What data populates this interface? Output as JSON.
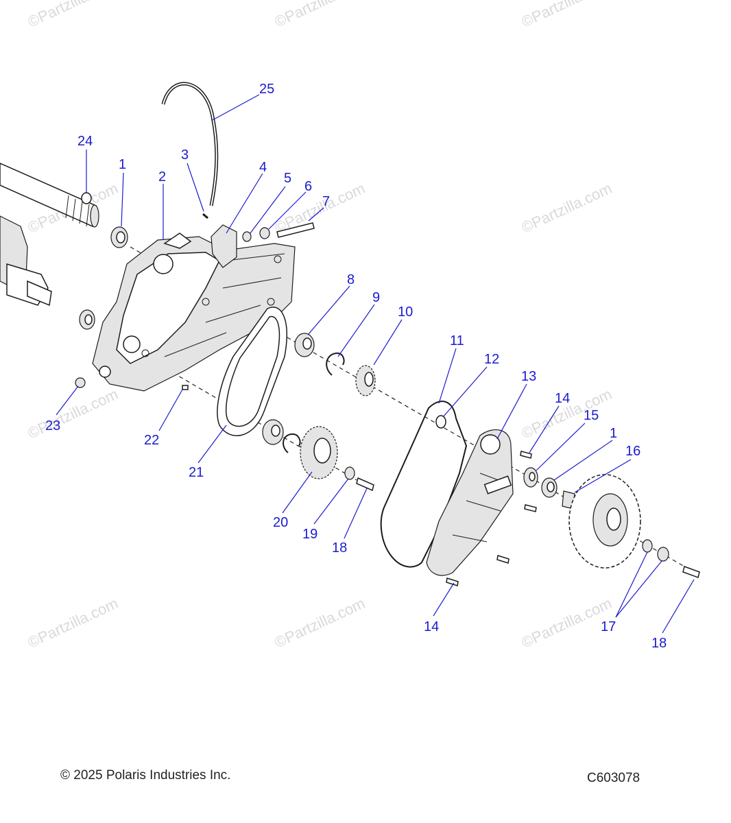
{
  "watermark": "©Partzilla.com",
  "copyright": "© 2025 Polaris Industries Inc.",
  "diagram_code": "C603078",
  "callouts": [
    "25",
    "24",
    "1",
    "3",
    "2",
    "4",
    "5",
    "6",
    "7",
    "8",
    "9",
    "10",
    "11",
    "12",
    "13",
    "14",
    "15",
    "1",
    "16",
    "23",
    "22",
    "21",
    "20",
    "19",
    "18",
    "14",
    "17",
    "18"
  ],
  "colors": {
    "callout": "#1a1ad0",
    "line": "#1b1b1b",
    "watermark": "#d9d9d9"
  }
}
